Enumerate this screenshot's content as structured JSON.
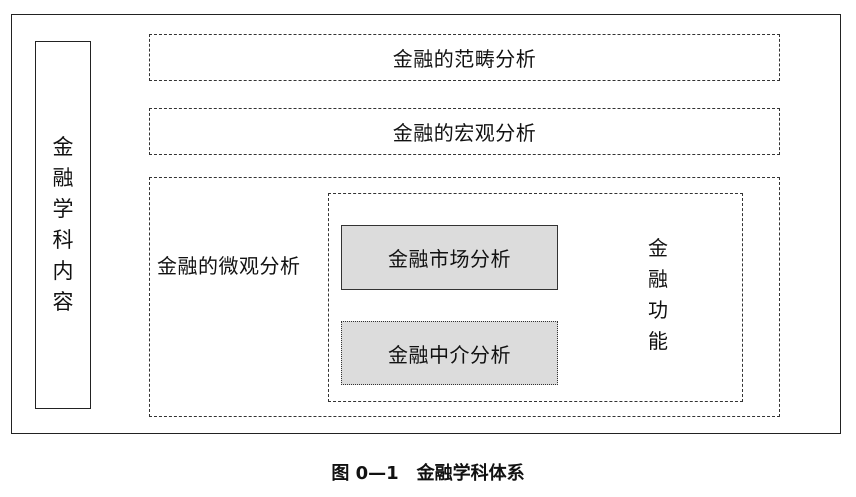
{
  "diagram": {
    "left_label_chars": [
      "金",
      "融",
      "学",
      "科",
      "内",
      "容"
    ],
    "paradigm_label": "金融的范畴分析",
    "macro_label": "金融的宏观分析",
    "micro_label": "金融的微观分析",
    "market_label": "金融市场分析",
    "intermediary_label": "金融中介分析",
    "function_label_chars": [
      "金",
      "融",
      "功",
      "能"
    ]
  },
  "caption": {
    "text": "图 0—1　金融学科体系"
  }
}
